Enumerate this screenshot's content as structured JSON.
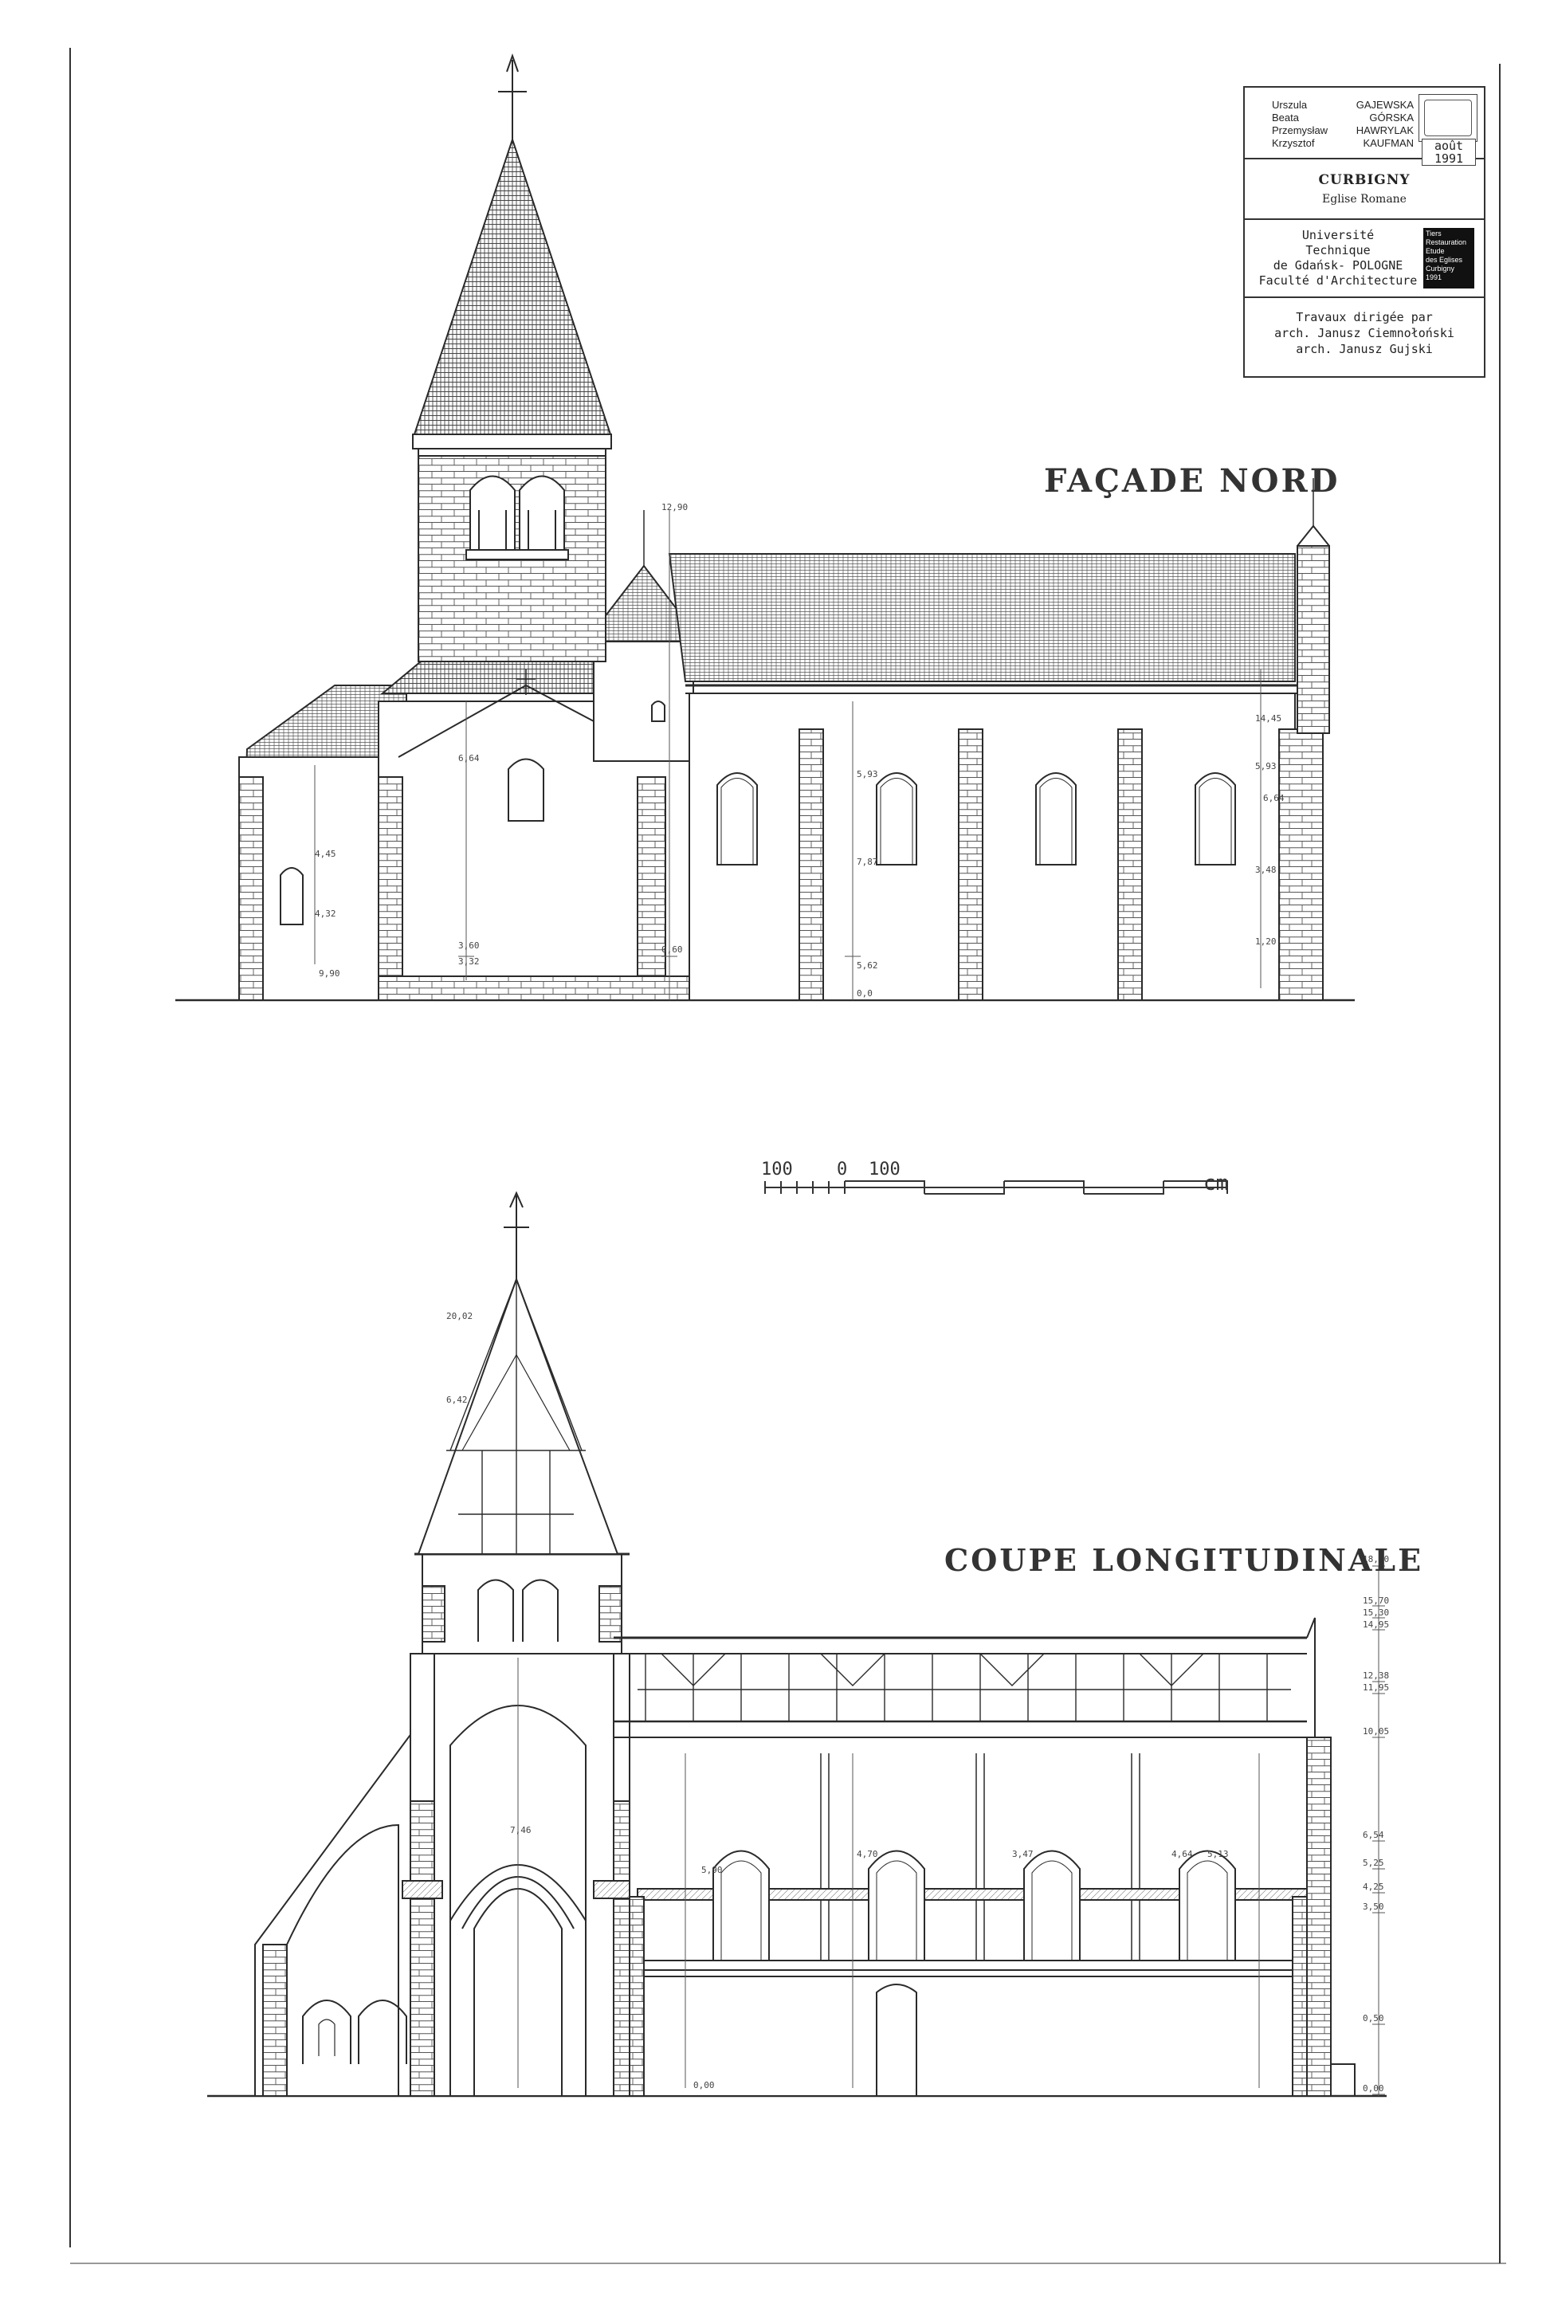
{
  "title_block": {
    "authors": [
      {
        "first": "Urszula",
        "last": "GAJEWSKA"
      },
      {
        "first": "Beata",
        "last": "GÓRSKA"
      },
      {
        "first": "Przemysław",
        "last": "HAWRYLAK"
      },
      {
        "first": "Krzysztof",
        "last": "KAUFMAN"
      }
    ],
    "date": "août 1991",
    "church_name": "CURBIGNY",
    "church_subtitle": "Eglise Romane",
    "university_lines": [
      "Université",
      "Technique",
      "de Gdańsk- POLOGNE",
      "Faculté d'Architecture"
    ],
    "logo_text": [
      "Tiers",
      "Restauration",
      "Etude",
      "des Eglises",
      "Curbigny",
      "1991"
    ],
    "direction_lines": [
      "Travaux dirigée par",
      "arch. Janusz Ciemnołoński",
      "arch. Janusz Gujski"
    ]
  },
  "labels": {
    "facade": "FAÇADE NORD",
    "section": "COUPE LONGITUDINALE"
  },
  "scale_bar": {
    "left": "100",
    "zero": "0",
    "right": "100",
    "unit": "cm"
  },
  "facade_dims": [
    "12,90",
    "14,45",
    "6,64",
    "5,93",
    "5,93",
    "6,64",
    "0,60",
    "3,60",
    "7,87",
    "4,45",
    "3,48",
    "4,32",
    "3,32",
    "5,62",
    "1,20",
    "9,90",
    "0,0"
  ],
  "section_dims": [
    "18,40",
    "15,70",
    "15,30",
    "14,95",
    "12,38",
    "11,95",
    "10,05",
    "6,54",
    "5,25",
    "4,25",
    "3,50",
    "0,50",
    "0,00",
    "20,02",
    "5,90",
    "4,70",
    "3,47",
    "4,64",
    "0,00",
    "5,13",
    "6,42",
    "7,46"
  ],
  "colors": {
    "line": "#2a2a2a",
    "paper": "#ffffff",
    "hatch": "#555555"
  }
}
